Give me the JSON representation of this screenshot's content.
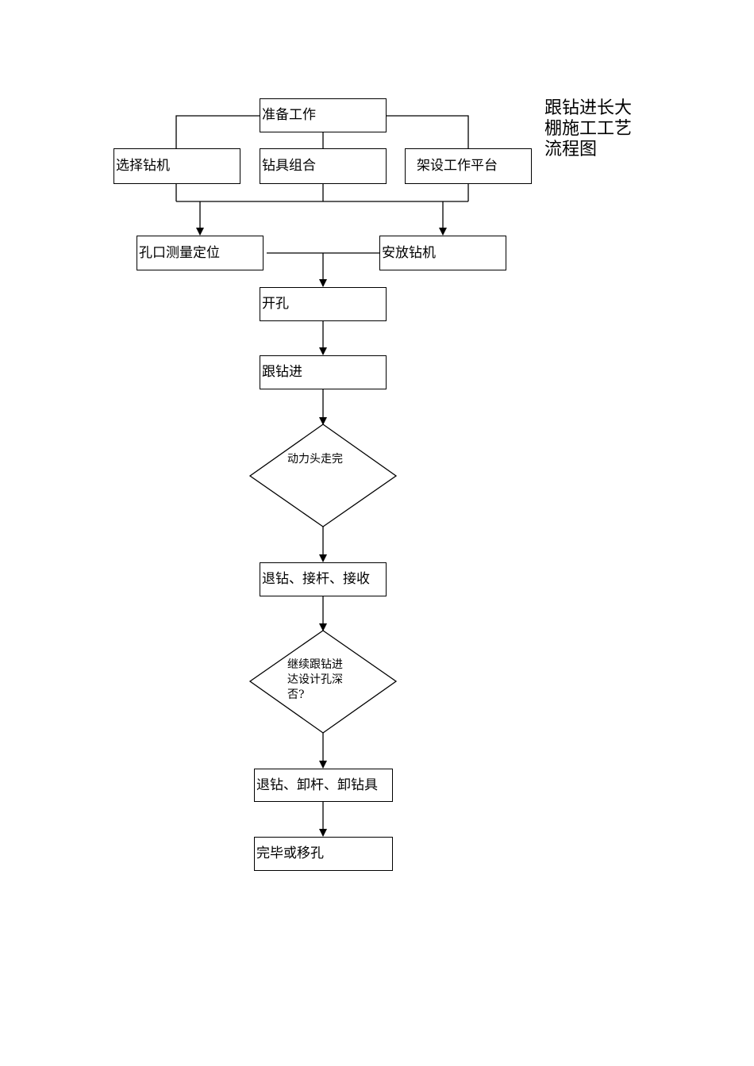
{
  "title": [
    "跟钻进长大",
    "棚施工工艺",
    "流程图"
  ],
  "nodes": {
    "prepare": "准备工作",
    "select_rig": "选择钻机",
    "tool_assembly": "钻具组合",
    "platform": "架设工作平台",
    "hole_position": "孔口测量定位",
    "install_rig": "安放钻机",
    "open_hole": "开孔",
    "follow_drill": "跟钻进",
    "power_head_done": "动力头走完",
    "retract_connect": "退钻、接杆、接收",
    "continue_question": [
      "继续跟钻进",
      "达设计孔深",
      "否?"
    ],
    "retract_unload": "退钻、卸杆、卸钻具",
    "finish": "完毕或移孔"
  }
}
